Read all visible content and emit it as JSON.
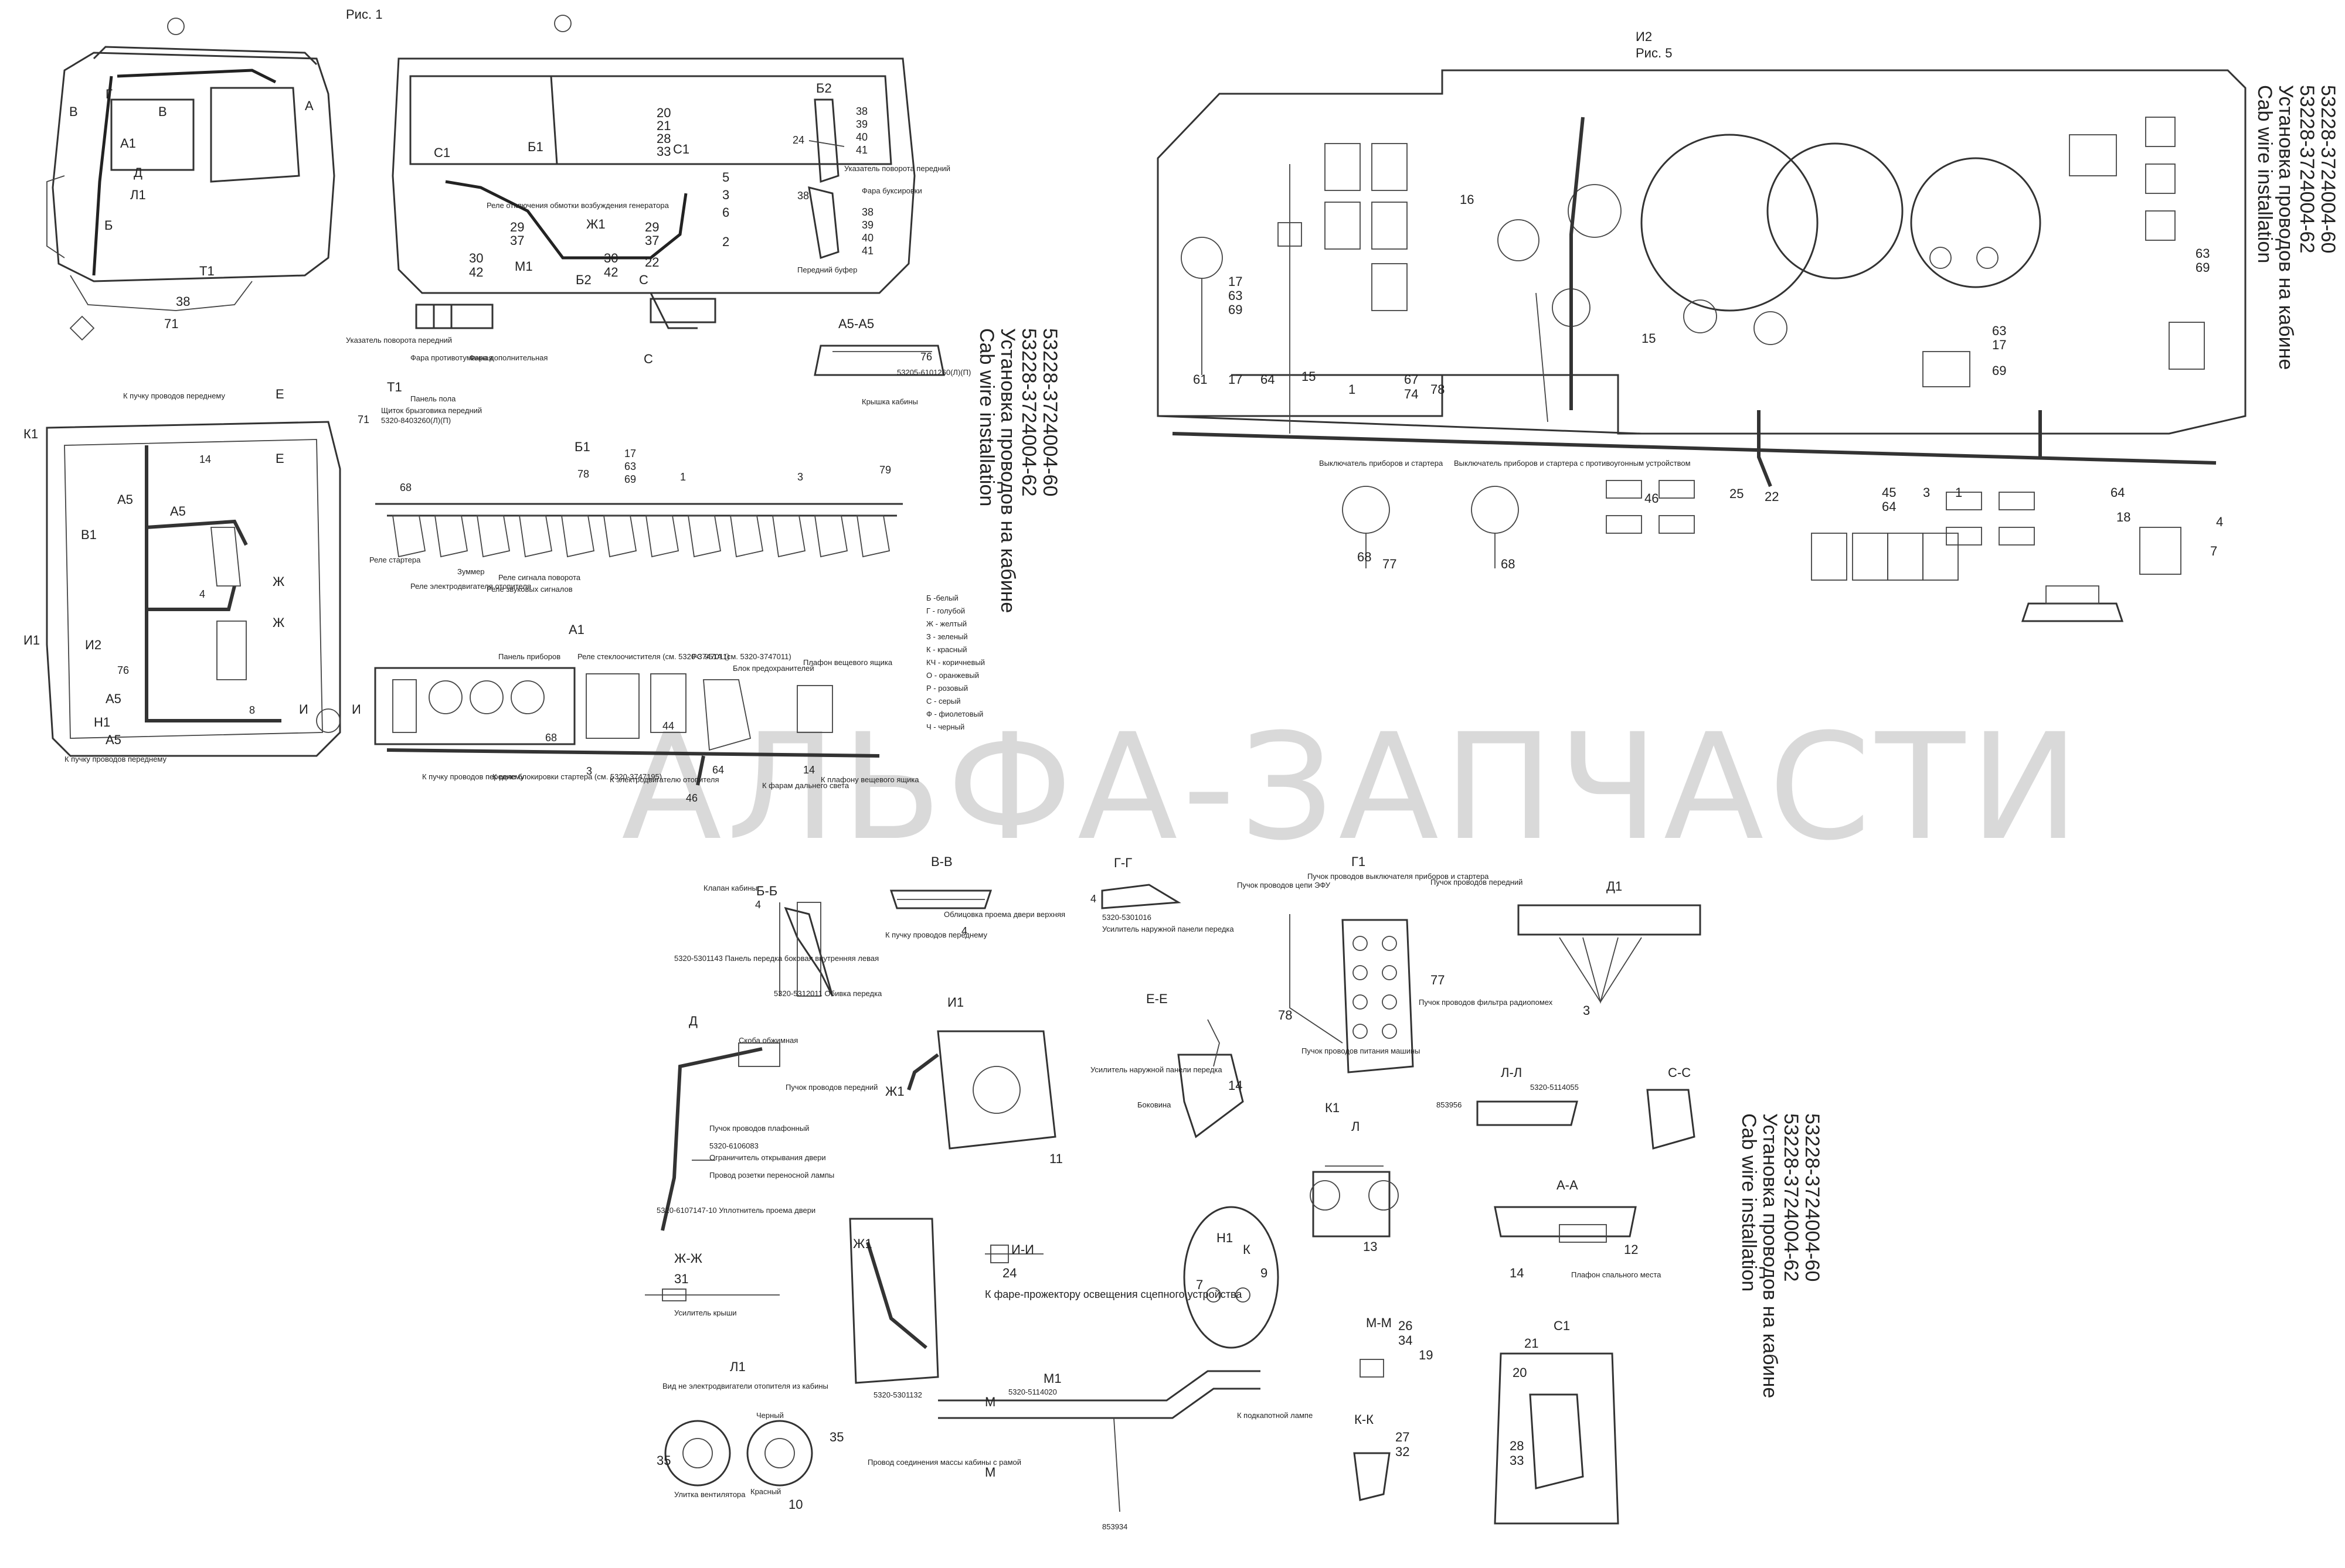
{
  "figure_labels": {
    "fig1": "Рис. 1",
    "fig5": "Рис. 5",
    "i2": "И2"
  },
  "title_block": {
    "part1": "53228-3724004-60",
    "part2": "53228-3724004-62",
    "ru": "Установка проводов на кабине",
    "en": "Cab wire installation"
  },
  "watermark": "АЛЬФА-ЗАПЧАСТИ",
  "legend": {
    "items": [
      "Б -белый",
      "Г - голубой",
      "Ж - желтый",
      "З - зеленый",
      "К - красный",
      "КЧ - коричневый",
      "О - оранжевый",
      "Р - розовый",
      "С - серый",
      "Ф - фиолетовый",
      "Ч - черный"
    ]
  },
  "views": {
    "bb": "Б-Б",
    "vv": "В-В",
    "gg": "Г-Г",
    "g1": "Г1",
    "d1": "Д1",
    "d": "Д",
    "i1": "И1",
    "ee": "Е-Е",
    "k1": "К1",
    "ll": "Л-Л",
    "ss": "С-С",
    "aa": "А-А",
    "zh1": "Ж1",
    "ii": "И-И",
    "n1": "Н1",
    "zhzh": "Ж-Ж",
    "mm": "М-М",
    "kk": "К-К",
    "l1": "Л1",
    "m1": "М1",
    "s1": "С1",
    "a1": "А1",
    "b1": "Б1",
    "b2": "Б2",
    "a5a5": "А5-А5",
    "t1": "Т1",
    "k1side": "К1",
    "e": "Е",
    "v1": "В1",
    "i2side": "И2",
    "a5": "А5",
    "n1side": "Н1",
    "zh": "Ж",
    "i1side": "И1",
    "i": "И",
    "d1top": "Д1"
  },
  "callouts": {
    "bb_klap": "Клапан кабины",
    "bb_num": "4",
    "bb_panel": "5320-5301143\nПанель передка боковая\nвнутренняя левая",
    "bb_obiv": "5320-5312011\nОбивка передка",
    "vv_obl": "Облицовка проема двери верхняя",
    "vv_puch": "К пучку проводов переднему",
    "vv_num": "4",
    "gg_part": "5320-5301016",
    "gg_usil": "Усилитель наружной панели передка",
    "gg_num": "4",
    "d_skoba": "Скоба обжимная",
    "d_puch": "Пучок проводов передний",
    "d_plaf": "Пучок проводов плафонный",
    "d_part": "5320-6106083",
    "d_ogr": "Ограничитель открывания двери",
    "d_prov": "Провод розетки переносной лампы",
    "d_upl": "5320-6107147-10\nУплотнитель проема двери",
    "i1_zh1": "Ж1",
    "i1_num": "11",
    "ee_usil": "Усилитель наружной панели передка",
    "ee_bok": "Боковина",
    "ee_num": "14",
    "g1_puch_efu": "Пучок проводов цепи ЭФУ",
    "g1_vykl": "Пучок проводов выключателя приборов и стартера",
    "g1_per": "Пучок проводов передний",
    "g1_num77": "77",
    "g1_num78": "78",
    "g1_filtr": "Пучок проводов фильтра радиопомех",
    "g1_pit": "Пучок проводов питания машины",
    "d1_num": "3",
    "k1_l": "Л",
    "k1_num": "13",
    "ll_part1": "853956",
    "ll_part2": "5320-5114055",
    "aa_num14": "14",
    "aa_num12": "12",
    "aa_plaf": "Плафон спального места",
    "zh1_num": "24",
    "ii_num": "24",
    "ii_cap": "К фаре-прожектору\nосвещения сцепного устройства",
    "n1_k": "К",
    "n1_num7": "7",
    "n1_num9": "9",
    "zhzh_num": "31",
    "zhzh_usil": "Усилитель крыши",
    "mm_26": "26",
    "mm_34": "34",
    "mm_19": "19",
    "kk_27": "27",
    "kk_32": "32",
    "l1_vid": "Вид не электродвигатели отопителя из кабины",
    "l1_cher": "Черный",
    "l1_35a": "35",
    "l1_35b": "35",
    "l1_uliti": "Улитка вентилятора",
    "l1_kras": "Красный",
    "l1_10": "10",
    "m1_part1": "5320-5301132",
    "m1_part2": "5320-5114020",
    "m1_m": "М",
    "m1_podk": "К подкапотной лампе",
    "m1_prov": "Провод соединения массы кабины с рамой",
    "m1_part3": "853934",
    "s1_21": "21",
    "s1_20": "20",
    "s1_28": "28",
    "s1_33": "33",
    "a1_panel": "Панель приборов",
    "a1_rele": "Реле стеклоочистителя (см. 5320-3747011)",
    "a1_rs": "РС 951А (см. 5320-3747011)",
    "a1_blok": "Блок предохранителей",
    "a1_plaf": "Плафон вещевого ящика",
    "a1_k_puch": "К пучку проводов переднему",
    "a1_k_rele": "К реле блокировки стартера (см. 5320-3747195)",
    "a1_k_el": "К электродвигателю отопителя",
    "a1_k_faram": "К фарам дальнего света",
    "a1_k_pl": "К плафону вещевого ящика",
    "a1_68": "68",
    "a1_3": "3",
    "a1_44": "44",
    "a1_64": "64",
    "a1_46": "46",
    "a1_14": "14",
    "b1_68": "68",
    "b1_78": "78",
    "b1_17": "17",
    "b1_63": "63",
    "b1_69": "69",
    "b1_1": "1",
    "b1_3": "3",
    "b1_79": "79",
    "b1_starter": "Реле стартера",
    "b1_zummer": "Зуммер",
    "b1_rele_el": "Реле электродвигателя отопителя",
    "b1_rele_zv": "Реле звуковых сигналов",
    "b1_rele_pov": "Реле сигнала поворота",
    "t1_panel": "Панель пола",
    "t1_shit": "Щиток брызговика передний",
    "t1_part": "5320-8403260(Л)(П)",
    "t1_71": "71",
    "a5a5_76": "76",
    "a5a5_part": "53205-6101260(Л)(П)",
    "a5a5_kr": "Крышка кабины",
    "side_k_puch": "К пучку проводов переднему",
    "side_14": "14",
    "side_4": "4",
    "side_76": "76",
    "side_8": "8",
    "side_bottom": "К пучку проводов переднему",
    "fig1_38a": "38",
    "fig1_71": "71",
    "fig1_t1": "Т1",
    "fig1_a1": "А1",
    "fig1_d": "Д",
    "fig1_l1": "Л1",
    "fig1_b": "Б",
    "fig1_v": "В",
    "fig1_g": "Г",
    "fig1_a": "А",
    "front_b1": "Б1",
    "front_c1a": "С1",
    "front_c1b": "С1",
    "front_zh1": "Ж1",
    "front_m1": "М1",
    "front_b2": "Б2",
    "front_c": "С",
    "front_n20": "20",
    "front_n21": "21",
    "front_n28": "28",
    "front_n33": "33",
    "front_n29": "29",
    "front_n37": "37",
    "front_n30": "30",
    "front_n42": "42",
    "front_n22": "22",
    "front_n5": "5",
    "front_n3": "3",
    "front_n6": "6",
    "front_n2": "2",
    "front_rele": "Реле отключения обмотки возбуждения генератора",
    "front_ukaz": "Указатель поворота передний",
    "front_fary": "Фара противотуманная",
    "front_fary2": "Фара дополнительная",
    "b2_38": "38",
    "b2_39": "39",
    "b2_40": "40",
    "b2_41": "41",
    "b2_24": "24",
    "b2_ukaz": "Указатель поворота передний",
    "b2_fara": "Фара буксировки",
    "b2_bufer": "Передний буфер",
    "i2_17": "17",
    "i2_63": "63",
    "i2_69": "69",
    "i2_16": "16",
    "i2_15": "15",
    "i2_15b": "15",
    "i2_61": "61",
    "i2_64": "64",
    "i2_1": "1",
    "i2_67": "67",
    "i2_74": "74",
    "i2_78": "78",
    "i2_25": "25",
    "i2_22": "22",
    "i2_45": "45",
    "i2_3": "3",
    "i2_1b": "1",
    "i2_64b": "64",
    "i2_18": "18",
    "i2_46": "46",
    "i2_4": "4",
    "i2_7": "7",
    "i2_63b": "63",
    "i2_17b": "17",
    "i2_69b": "69",
    "i2_63c": "63",
    "i2_69c": "69",
    "i2_68a": "68",
    "i2_77": "77",
    "i2_68b": "68",
    "i2_vykl": "Выключатель приборов и стартера",
    "i2_vykl2": "Выключатель приборов и стартера с противоугонным устройством"
  }
}
